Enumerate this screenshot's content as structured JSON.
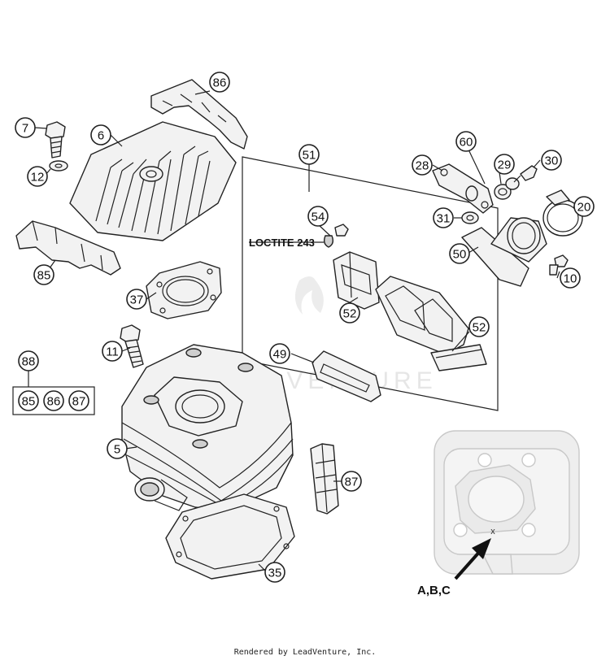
{
  "diagram": {
    "callouts": {
      "c86": "86",
      "c7": "7",
      "c6": "6",
      "c12": "12",
      "c85": "85",
      "c37": "37",
      "c11": "11",
      "c88": "88",
      "c88a": "85",
      "c88b": "86",
      "c88c": "87",
      "c5": "5",
      "c35": "35",
      "c87": "87",
      "c49": "49",
      "c51": "51",
      "c54": "54",
      "c52a": "52",
      "c52b": "52",
      "c28": "28",
      "c60": "60",
      "c29": "29",
      "c30": "30",
      "c31": "31",
      "c20": "20",
      "c50": "50",
      "c10": "10"
    },
    "loctite_label": "LOCTITE 243",
    "marking_label": "A,B,C",
    "marking_symbol": "x",
    "watermark": "LEADVENTURE"
  },
  "footer": "Rendered by LeadVenture, Inc."
}
